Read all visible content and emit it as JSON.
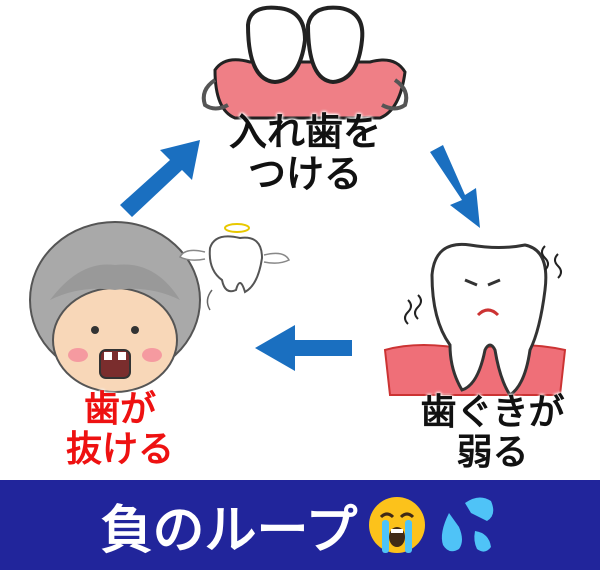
{
  "cycle": {
    "top_step": {
      "line1": "入れ歯を",
      "line2": "つける"
    },
    "right_step": {
      "line1": "歯ぐきが",
      "line2": "弱る"
    },
    "left_step": {
      "line1": "歯が",
      "line2": "抜ける"
    }
  },
  "banner": {
    "title": "負のループ",
    "icons": [
      "loudly-crying-face-icon",
      "sweat-droplets-icon"
    ]
  },
  "colors": {
    "arrow": "#1a6fc0",
    "banner": "#21259b",
    "gum": "#ef7f86",
    "label_red": "#ee1111"
  }
}
